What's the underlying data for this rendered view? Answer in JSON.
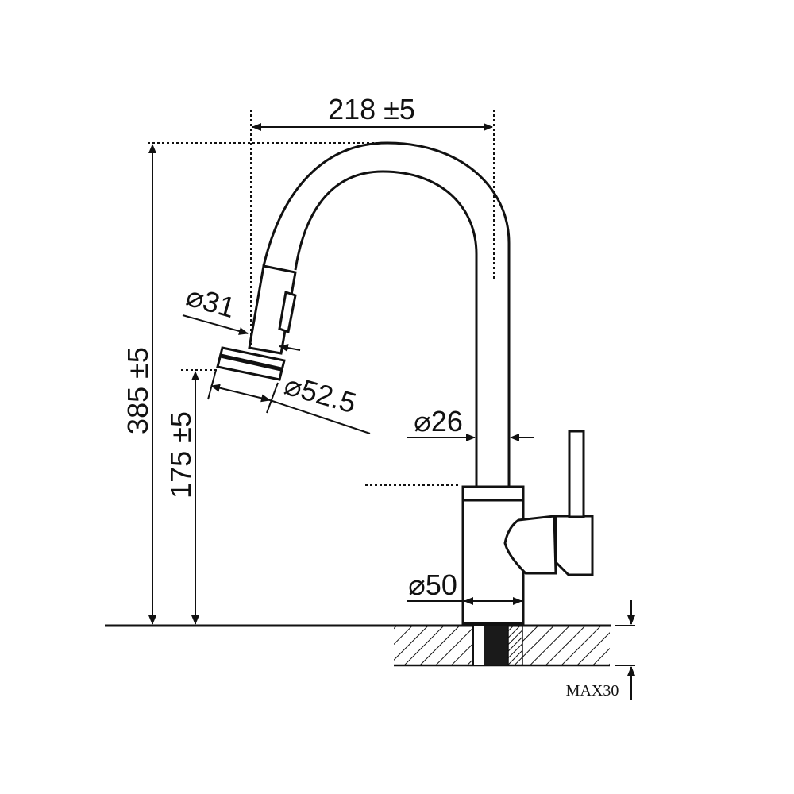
{
  "dimensions": {
    "spout_reach": "218 ±5",
    "total_height": "385 ±5",
    "outlet_height": "175 ±5",
    "spray_head_diameter": "⌀31",
    "spray_face_diameter": "⌀52.5",
    "spout_tube_diameter": "⌀26",
    "base_diameter": "⌀50",
    "max_deck_thickness": "MAX30"
  },
  "colors": {
    "line": "#111111",
    "background": "#ffffff"
  }
}
